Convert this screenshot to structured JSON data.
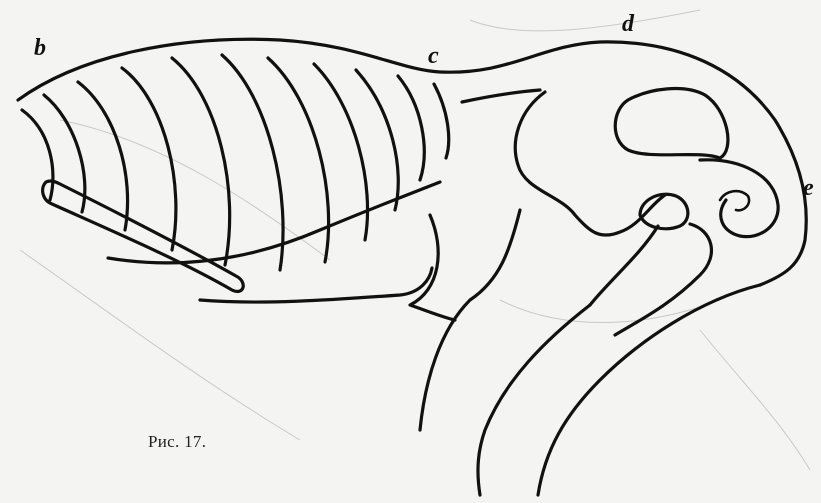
{
  "figure": {
    "caption": "Рис. 17.",
    "labels": {
      "b": "b",
      "c": "c",
      "d": "d",
      "e": "e"
    }
  }
}
